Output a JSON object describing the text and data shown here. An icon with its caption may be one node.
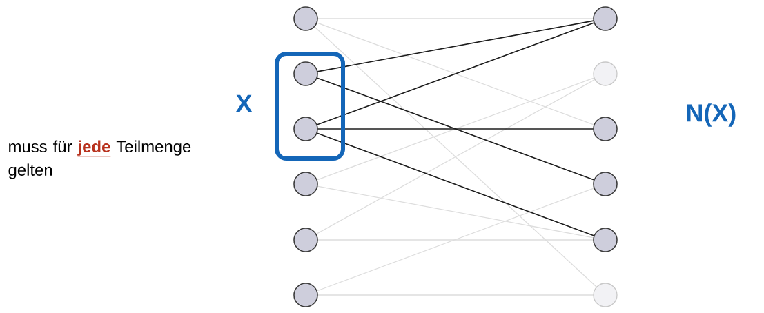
{
  "diagram": {
    "nodes": [
      {
        "text": [
          "X"
        ]
      },
      {
        "text": [],
        "shape": "circle"
      },
      {
        "text": [],
        "shape": "circle",
        "in": 0
      },
      {
        "text": [],
        "shape": "circle",
        "in": 0
      },
      {
        "text": [],
        "shape": "circle"
      },
      {
        "text": [],
        "shape": "circle"
      },
      {
        "text": [],
        "shape": "circle"
      },
      {
        "text": [],
        "shape": "circle"
      },
      {
        "text": [],
        "shape": "circle"
      },
      {
        "text": [],
        "shape": "circle"
      },
      {
        "text": [],
        "shape": "circle"
      },
      {
        "text": [],
        "shape": "circle"
      },
      {
        "text": [],
        "shape": "circle"
      }
    ],
    "edges": [
      {
        "from": 1,
        "to": 7,
        "arrow": "none"
      },
      {
        "from": 1,
        "to": 9,
        "arrow": "none"
      },
      {
        "from": 1,
        "to": 12,
        "arrow": "none"
      },
      {
        "from": 4,
        "to": 8,
        "arrow": "none"
      },
      {
        "from": 4,
        "to": 11,
        "arrow": "none"
      },
      {
        "from": 5,
        "to": 8,
        "arrow": "none"
      },
      {
        "from": 5,
        "to": 11,
        "arrow": "none"
      },
      {
        "from": 6,
        "to": 10,
        "arrow": "none"
      },
      {
        "from": 6,
        "to": 12,
        "arrow": "none"
      },
      {
        "from": 2,
        "to": 7,
        "arrow": "none",
        "color": "#1c1c1c"
      },
      {
        "from": 2,
        "to": 10,
        "arrow": "none",
        "color": "#1c1c1c"
      },
      {
        "from": 3,
        "to": 7,
        "arrow": "none",
        "color": "#1c1c1c"
      },
      {
        "from": 3,
        "to": 9,
        "arrow": "none",
        "color": "#1c1c1c"
      },
      {
        "from": 3,
        "to": 11,
        "arrow": "none",
        "color": "#1c1c1c"
      }
    ],
    "labels": [
      "N(X)",
      "muss für **jede** Teilmenge gelten"
    ]
  }
}
